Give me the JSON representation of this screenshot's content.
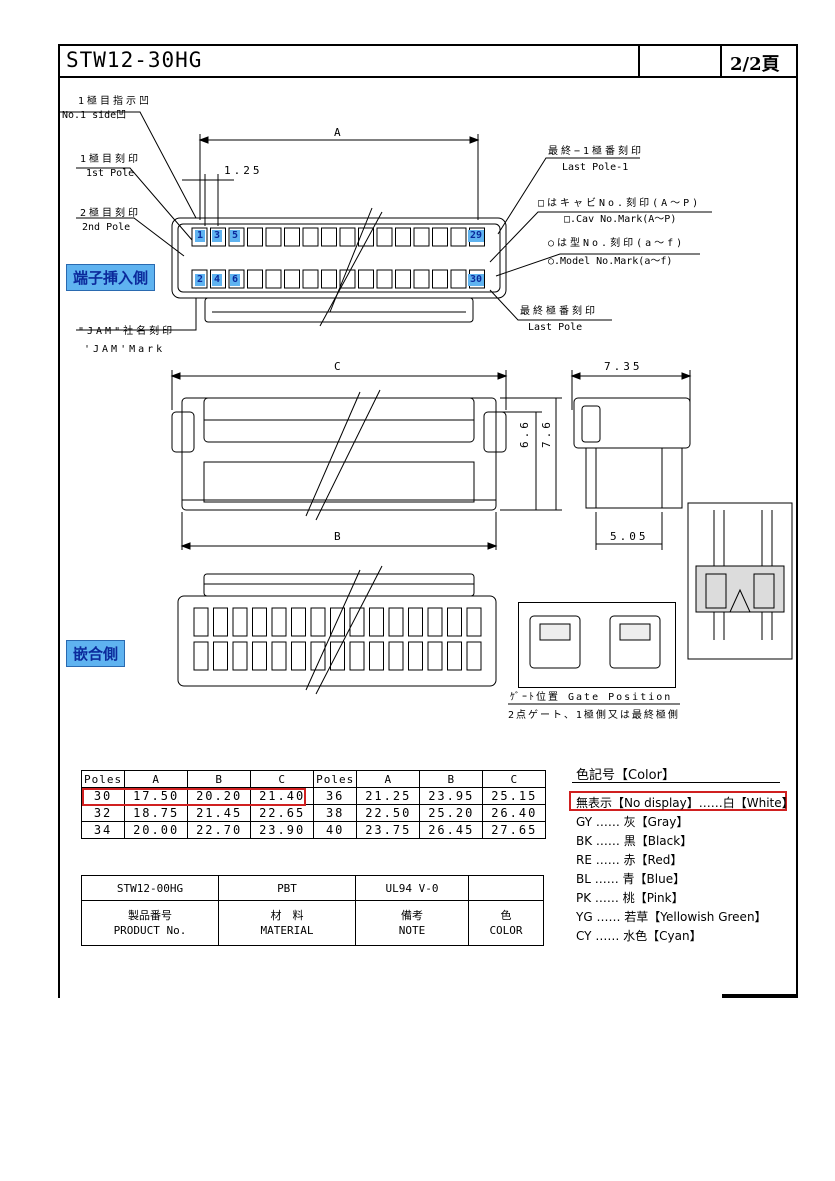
{
  "title": "STW12-30HG",
  "page": "2/2頁",
  "labels": {
    "no1_side_jp": "1極目指示凹",
    "no1_side_en": "No.1 side凹",
    "first_pole_jp": "1極目刻印",
    "first_pole_en": "1st Pole",
    "second_pole_jp": "2極目刻印",
    "second_pole_en": "2nd Pole",
    "jam_jp": "\"JAM\"社名刻印",
    "jam_en": "'JAM'Mark",
    "last_pole_minus1_jp": "最終−1極番刻印",
    "last_pole_minus1_en": "Last Pole-1",
    "cav_no_jp": "□はキャビNo.刻印(A〜P)",
    "cav_no_en": "□.Cav No.Mark(A〜P)",
    "model_no_jp": "○は型No.刻印(a〜f)",
    "model_no_en": "○.Model No.Mark(a〜f)",
    "last_pole_jp": "最終極番刻印",
    "last_pole_en": "Last Pole",
    "terminal_side": "端子挿入側",
    "mating_side": "嵌合側",
    "gate_position": "ｹﾞｰﾄ位置 Gate Position",
    "gate_note": "2点ゲート、1極側又は最終極側"
  },
  "dims": {
    "A": "A",
    "B": "B",
    "C": "C",
    "pitch": "1.25",
    "d735": "7.35",
    "d66": "6.6",
    "d76": "7.6",
    "d505": "5.05"
  },
  "pins_top": [
    "1",
    "3",
    "5",
    "29"
  ],
  "pins_bottom": [
    "2",
    "4",
    "6",
    "30"
  ],
  "dim_table": {
    "headers": [
      "Poles",
      "A",
      "B",
      "C",
      "Poles",
      "A",
      "B",
      "C"
    ],
    "rows": [
      [
        "30",
        "17.50",
        "20.20",
        "21.40",
        "36",
        "21.25",
        "23.95",
        "25.15"
      ],
      [
        "32",
        "18.75",
        "21.45",
        "22.65",
        "38",
        "22.50",
        "25.20",
        "26.40"
      ],
      [
        "34",
        "20.00",
        "22.70",
        "23.90",
        "40",
        "23.75",
        "26.45",
        "27.65"
      ]
    ]
  },
  "product_table": {
    "row1": [
      "STW12-00HG",
      "PBT",
      "UL94 V-0",
      ""
    ],
    "row2_jp": [
      "製品番号",
      "材　料",
      "備考",
      "色"
    ],
    "row2_en": [
      "PRODUCT No.",
      "MATERIAL",
      "NOTE",
      "COLOR"
    ]
  },
  "color_legend": {
    "title": "色記号【Color】",
    "items": [
      "無表示【No display】……白【White】",
      "GY …… 灰【Gray】",
      "BK …… 黒【Black】",
      "RE …… 赤【Red】",
      "BL …… 青【Blue】",
      "PK …… 桃【Pink】",
      "YG …… 若草【Yellowish Green】",
      "CY …… 水色【Cyan】"
    ]
  },
  "colors": {
    "badge_bg": "#5fb3f0",
    "badge_text": "#0b2a9c",
    "highlight": "#d02020"
  }
}
